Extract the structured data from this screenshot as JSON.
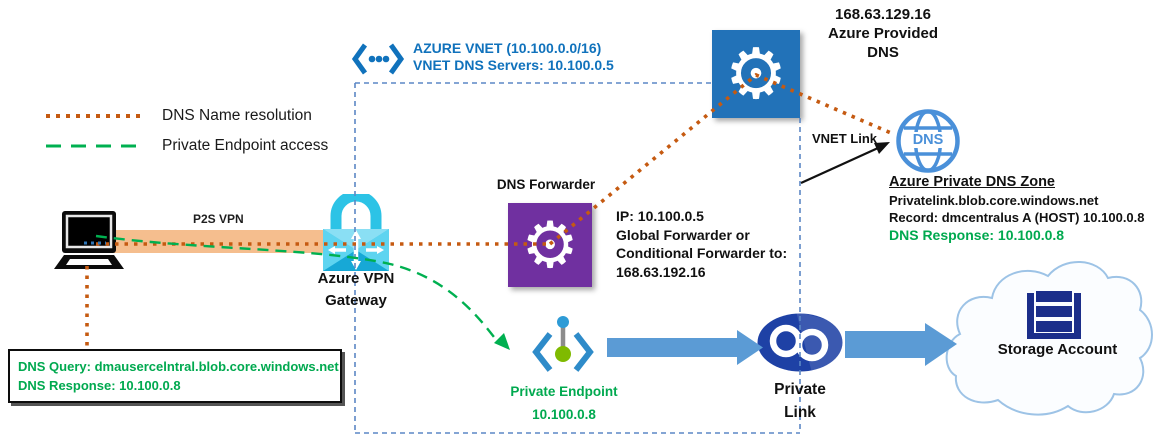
{
  "legend": {
    "items": [
      {
        "label": "DNS Name resolution",
        "style": "dotted",
        "color": "#C55A11"
      },
      {
        "label": "Private Endpoint access",
        "style": "dashed",
        "color": "#00B050"
      }
    ]
  },
  "vnet": {
    "title": "AZURE VNET  (10.100.0.0/16)",
    "dns_servers": "VNET DNS Servers: 10.100.0.5"
  },
  "azure_provided_dns": {
    "ip": "168.63.129.16",
    "line2": "Azure Provided",
    "line3": "DNS"
  },
  "vnet_link": {
    "label": "VNET Link"
  },
  "private_dns_zone": {
    "title": "Azure Private DNS Zone",
    "zone_name": "Privatelink.blob.core.windows.net",
    "record": "Record:  dmcentralus A (HOST) 10.100.0.8",
    "response": "DNS Response: 10.100.0.8",
    "icon_text": "DNS"
  },
  "dns_forwarder": {
    "label": "DNS Forwarder",
    "ip": "IP: 10.100.0.5",
    "detail1": "Global Forwarder or",
    "detail2": "Conditional Forwarder to:",
    "detail3": "168.63.192.16"
  },
  "client": {
    "connection_label": "P2S VPN"
  },
  "vpn_gateway": {
    "label1": "Azure VPN",
    "label2": "Gateway"
  },
  "dns_query_box": {
    "query": "DNS Query: dmausercelntral.blob.core.windows.net",
    "response": "DNS Response: 10.100.0.8"
  },
  "private_endpoint": {
    "label": "Private Endpoint",
    "ip": "10.100.0.8"
  },
  "private_link": {
    "label1": "Private",
    "label2": "Link"
  },
  "storage_account": {
    "label": "Storage Account"
  },
  "icons": {
    "gear_glyph": "⚙"
  },
  "colors": {
    "dns_resolution_orange": "#C55A11",
    "private_endpoint_green": "#00B050",
    "vnet_text_blue": "#1072BC",
    "green_text": "#00A94F",
    "forwarder_purple": "#7030A0",
    "azure_dns_blue": "#2272B8",
    "gateway_cyan": "#3EC6E8",
    "arrow_blue": "#5B9BD5",
    "private_link_blue": "#1E41A5",
    "storage_navy": "#1B2E8A",
    "vnet_border_blue": "#5B87C5",
    "p2s_band_peach": "#F5BE8E"
  }
}
